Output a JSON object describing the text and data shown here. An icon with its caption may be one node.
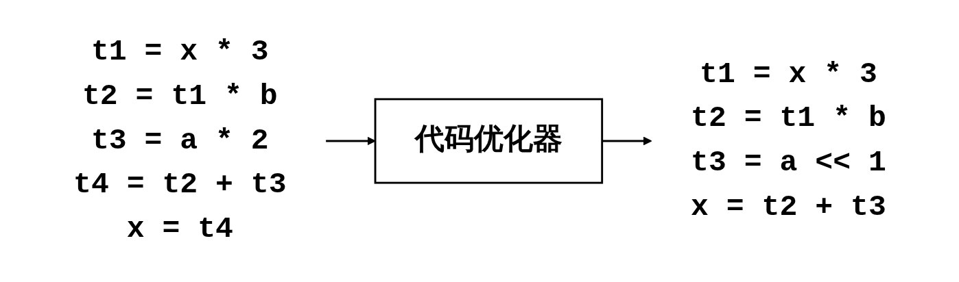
{
  "diagram": {
    "nodes": [
      {
        "text": [
          "t1 = x * 3",
          "t2 = t1 * b",
          "t3 = a * 2",
          "t4 = t2 + t3",
          "x = t4"
        ]
      },
      {
        "text": [
          "代码优化器"
        ]
      },
      {
        "text": [
          "t1 = x * 3",
          "t2 = t1 * b",
          "t3 = a << 1",
          "x = t2 + t3"
        ]
      }
    ],
    "edges": [
      {
        "from": 0,
        "to": 1,
        "arrow": "to"
      },
      {
        "from": 1,
        "to": 2,
        "arrow": "to"
      }
    ]
  }
}
